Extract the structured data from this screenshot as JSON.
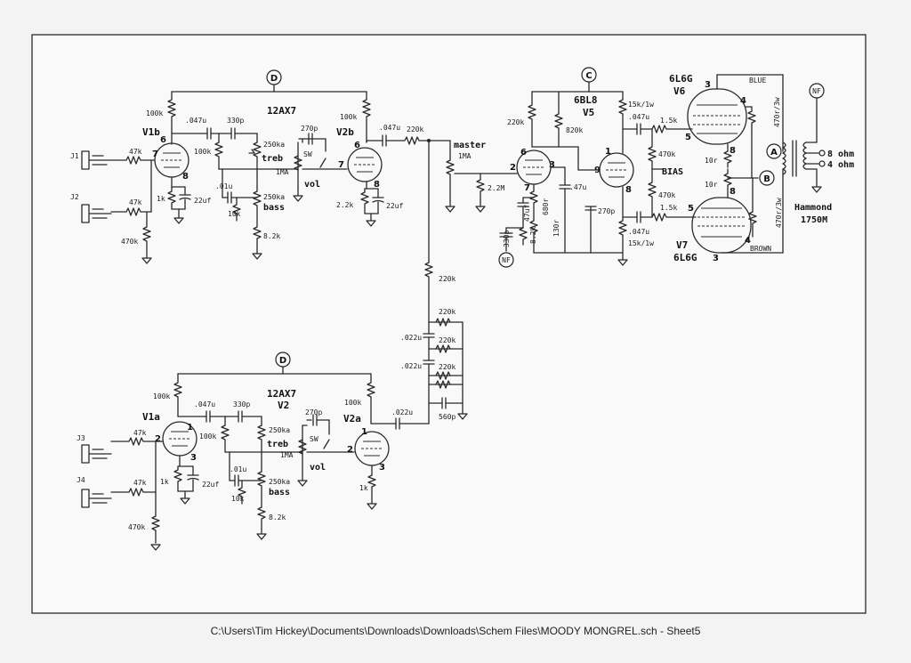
{
  "caption": "C:\\Users\\Tim Hickey\\Documents\\Downloads\\Downloads\\Schem Files\\MOODY MONGREL.sch  -  Sheet5",
  "tubes": {
    "v1b": "V1b",
    "v1a": "V1a",
    "v2b": "V2b",
    "v2a": "V2a",
    "v1_type": "12AX7",
    "v2_type": "12AX7",
    "v2_name": "V2",
    "v5_type": "6BL8",
    "v5": "V5",
    "v6_type": "6L6G",
    "v6": "V6",
    "v7_type": "6L6G",
    "v7": "V7"
  },
  "jacks": [
    "J1",
    "J2",
    "J3",
    "J4"
  ],
  "nodes": {
    "d1": "D",
    "d2": "D",
    "c": "C",
    "a": "A",
    "b": "B",
    "nf1": "NF",
    "nf2": "NF"
  },
  "transformer": {
    "name1": "Hammond",
    "name2": "1750M",
    "tap8": "8 ohm",
    "tap4": "4 ohm",
    "blue": "BLUE",
    "brown": "BROWN"
  },
  "controls": {
    "treb": "treb",
    "bass": "bass",
    "vol": "vol",
    "master": "master",
    "bias": "BIAS",
    "sw": "SW"
  },
  "values": {
    "r100k": "100k",
    "c047": ".047u",
    "c330p": "330p",
    "r47k": "47k",
    "r1k": "1k",
    "c22uf": "22uf",
    "r470k": "470k",
    "c01u": ".01u",
    "r10k": "10k",
    "r250ka": "250ka",
    "r8k2": "8.2k",
    "r1ma": "1MA",
    "c270p": "270p",
    "r2k2": "2.2k",
    "r220k": "220k",
    "r2m2": "2.2M",
    "c022": ".022u",
    "c560p": "560p",
    "r820k": "820k",
    "c47u": ".47u",
    "c47uf": "47uf",
    "r680": "680r",
    "r8k2b": "8.2k",
    "r130": "130r",
    "c330pb": "330p",
    "r15k1w": "15k/1w",
    "r1k5": "1.5k",
    "r10r": "10r",
    "r470r3w": "470r/3w"
  },
  "pins": {
    "p1": "1",
    "p2": "2",
    "p3": "3",
    "p4": "4",
    "p5": "5",
    "p6": "6",
    "p7": "7",
    "p8": "8",
    "p9": "9"
  }
}
